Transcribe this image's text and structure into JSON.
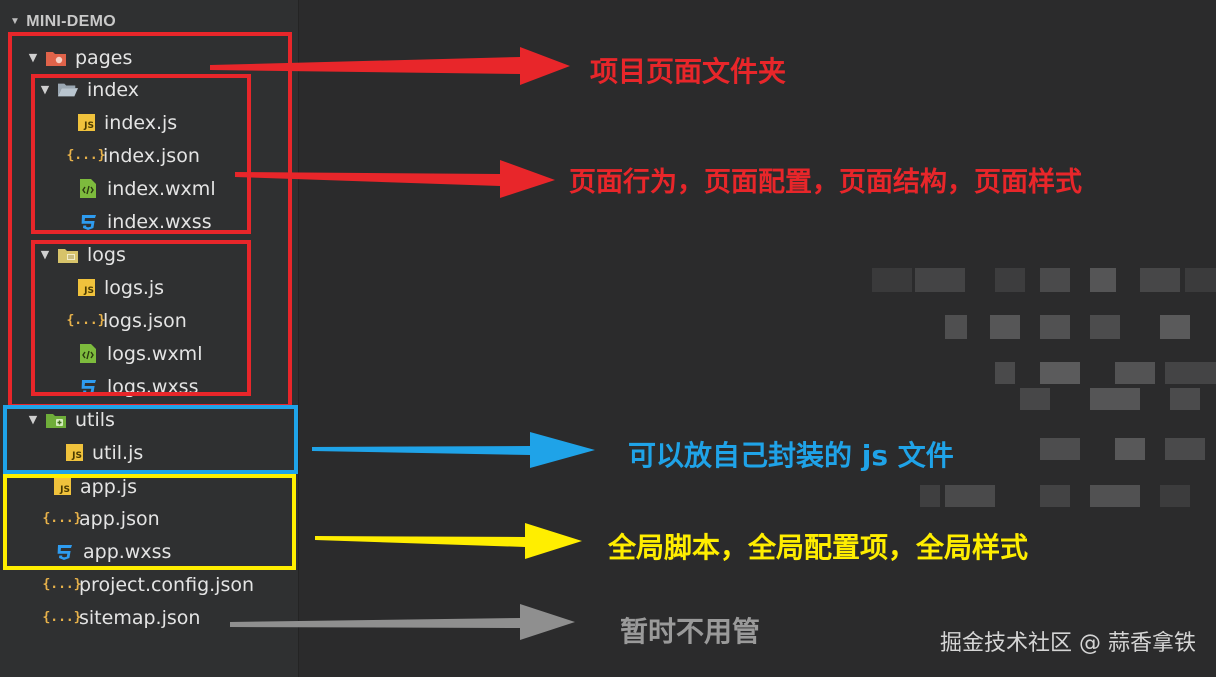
{
  "project": {
    "title": "MINI-DEMO"
  },
  "tree": {
    "pages": "pages",
    "index": "index",
    "index_js": "index.js",
    "index_json": "index.json",
    "index_wxml": "index.wxml",
    "index_wxss": "index.wxss",
    "logs": "logs",
    "logs_js": "logs.js",
    "logs_json": "logs.json",
    "logs_wxml": "logs.wxml",
    "logs_wxss": "logs.wxss",
    "utils": "utils",
    "util_js": "util.js",
    "app_js": "app.js",
    "app_json": "app.json",
    "app_wxss": "app.wxss",
    "project_config": "project.config.json",
    "sitemap": "sitemap.json"
  },
  "icons": {
    "js_badge": "JS",
    "json_glyph": "{...}"
  },
  "annotations": {
    "pages": "项目页面文件夹",
    "page_files": "页面行为，页面配置，页面结构，页面样式",
    "utils": "可以放自己封装的 js 文件",
    "app_files": "全局脚本，全局配置项，全局样式",
    "others": "暂时不用管"
  },
  "watermark": "掘金技术社区 @ 蒜香拿铁",
  "colors": {
    "red": "#e8262a",
    "blue": "#1fa3e8",
    "yellow": "#ffee00",
    "gray": "#8f8f8f"
  }
}
